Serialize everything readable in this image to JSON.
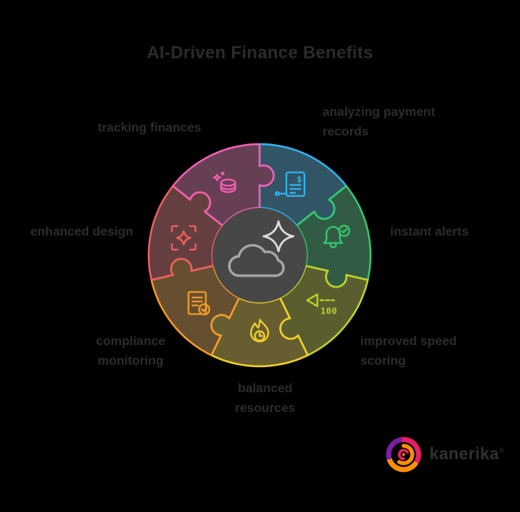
{
  "title": "AI-Driven Finance Benefits",
  "diagram": {
    "type": "circular-puzzle-wheel",
    "center_icon": "ai-cloud-sparkle-icon",
    "center_fill": "#474747",
    "base_fill": "#343434",
    "cloud_stroke": "#a6a6a6",
    "star_stroke": "#dcdcdc",
    "segments": [
      {
        "name": "payment-analysis",
        "label_lines": [
          "analyzing payment",
          "records"
        ],
        "color": "#2fb3f0",
        "icon": "invoice-dollar-icon",
        "icon_text": "$"
      },
      {
        "name": "instant-alerts",
        "label_lines": [
          "instant alerts"
        ],
        "color": "#31c96e",
        "icon": "bell-check-icon"
      },
      {
        "name": "speed-scoring",
        "label_lines": [
          "improved speed",
          "scoring"
        ],
        "color": "#c3d226",
        "icon": "speed-score-icon",
        "icon_text": "100"
      },
      {
        "name": "balanced-resources",
        "label_lines": [
          "balanced",
          "resources"
        ],
        "color": "#f2cf2a",
        "icon": "flame-clock-icon"
      },
      {
        "name": "compliance",
        "label_lines": [
          "compliance",
          "monitoring"
        ],
        "color": "#f29a29",
        "icon": "doc-check-icon"
      },
      {
        "name": "enhanced-design",
        "label_lines": [
          "enhanced design"
        ],
        "color": "#ee5f5f",
        "icon": "sparkle-frame-icon"
      },
      {
        "name": "tracking-finances",
        "label_lines": [
          "tracking finances"
        ],
        "color": "#f060b0",
        "icon": "coins-icon"
      }
    ]
  },
  "logo": {
    "text": "kanerika",
    "reg_mark": "®",
    "swirl_colors": [
      "#e91e63",
      "#ff8f00",
      "#7b1fa2"
    ]
  }
}
